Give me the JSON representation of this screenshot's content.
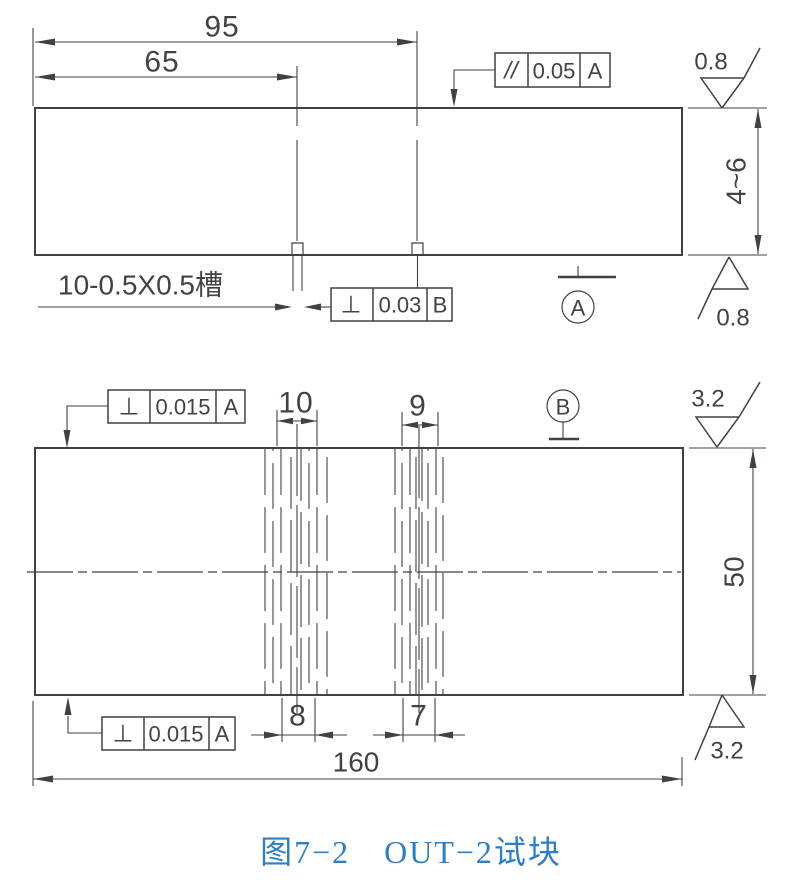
{
  "colors": {
    "line": "#453f3f",
    "text": "#474040",
    "caption_blue": "#2b7ec8",
    "background": "#ffffff"
  },
  "caption": "图7−2　OUT−2试块",
  "top_view": {
    "dim_95": "95",
    "dim_65": "65",
    "dim_thickness": "4~6",
    "slot_note": "10-0.5X0.5槽",
    "parallelism_frame": {
      "symbol": "//",
      "tolerance": "0.05",
      "datum": "A"
    },
    "perpendicularity_frame": {
      "symbol": "⊥",
      "tolerance": "0.03",
      "datum": "B"
    },
    "datum_label": "A",
    "roughness_top_right": "0.8",
    "roughness_bottom_right": "0.8"
  },
  "bottom_view": {
    "dim_slot_top_left": "10",
    "dim_slot_top_right": "9",
    "dim_slot_bottom_left": "8",
    "dim_slot_bottom_right": "7",
    "dim_length": "160",
    "dim_height": "50",
    "frame_top": {
      "symbol": "⊥",
      "tolerance": "0.015",
      "datum": "A"
    },
    "frame_bottom": {
      "symbol": "⊥",
      "tolerance": "0.015",
      "datum": "A"
    },
    "datum_label": "B",
    "roughness_top_right": "3.2",
    "roughness_bottom_right": "3.2"
  }
}
